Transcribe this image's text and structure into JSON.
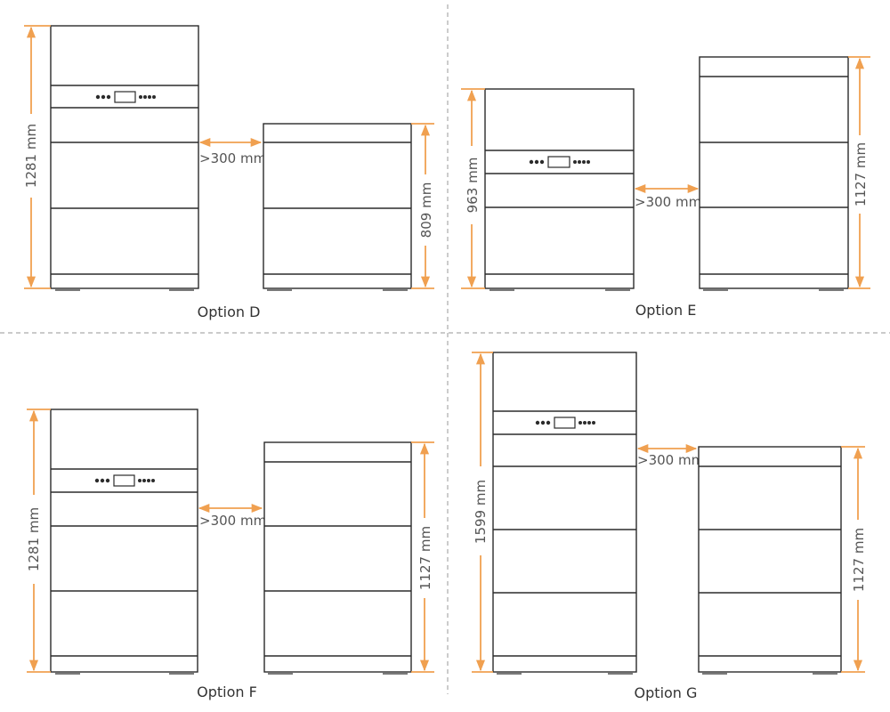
{
  "colors": {
    "dimension_line": "#f0a050",
    "outline": "#2b2b2b",
    "divider": "#aaaaaa"
  },
  "options": [
    {
      "id": "D",
      "caption": "Option D",
      "left_height": "1281 mm",
      "gap": ">300 mm",
      "right_height": "809 mm"
    },
    {
      "id": "E",
      "caption": "Option E",
      "left_height": "963 mm",
      "gap": ">300 mm",
      "right_height": "1127 mm"
    },
    {
      "id": "F",
      "caption": "Option F",
      "left_height": "1281 mm",
      "gap": ">300 mm",
      "right_height": "1127 mm"
    },
    {
      "id": "G",
      "caption": "Option G",
      "left_height": "1599 mm",
      "gap": ">300 mm",
      "right_height": "1127 mm"
    }
  ]
}
